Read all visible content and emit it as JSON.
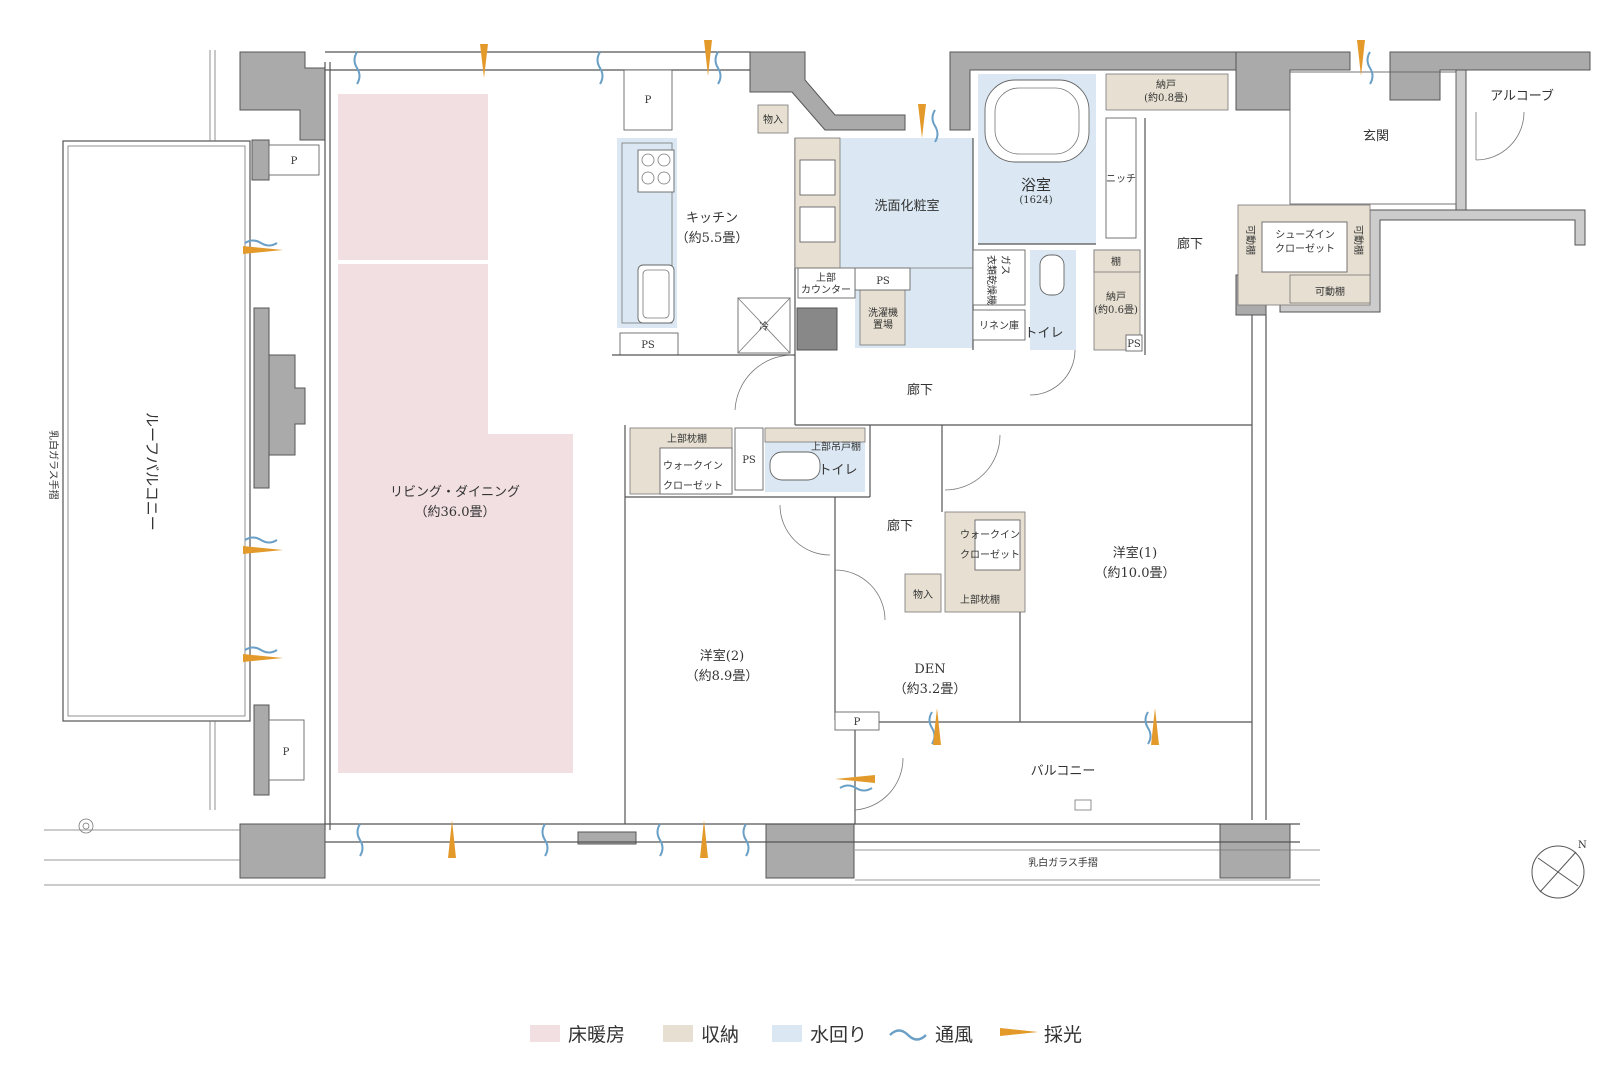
{
  "rooms": {
    "living": "リビング・ダイニング",
    "living_area": "（約36.0畳）",
    "kitchen": "キッチン",
    "kitchen_area": "（約5.5畳）",
    "washroom": "洗面化粧室",
    "bath": "浴室",
    "bath_size": "(1624)",
    "western1": "洋室(1)",
    "western1_area": "（約10.0畳）",
    "western2": "洋室(2)",
    "western2_area": "（約8.9畳）",
    "den": "DEN",
    "den_area": "（約3.2畳）",
    "entrance": "玄関",
    "alcove": "アルコーブ",
    "corridor": "廊下",
    "toilet": "トイレ",
    "roof_balcony": "ルーフバルコニー",
    "balcony": "バルコニー"
  },
  "storage": {
    "nando_top": "納戸",
    "nando_top_area": "(約0.8畳)",
    "nando_mid": "納戸",
    "nando_mid_area": "(約0.6畳)",
    "shelf": "棚",
    "niche": "ニッチ",
    "shoes_in": "シューズイン",
    "closet": "クローゼット",
    "movable_shelf": "可動棚",
    "walkin": "ウォークイン",
    "upper_pillow_shelf": "上部枕棚",
    "upper_hanging_shelf": "上部吊戸棚",
    "storage_box": "物入",
    "linen": "リネン庫",
    "upper_counter_1": "上部",
    "upper_counter_2": "カウンター",
    "dryer": "衣類乾燥機",
    "gas": "ガス",
    "washer_1": "洗濯機",
    "washer_2": "置場",
    "fridge": "冷",
    "ps": "PS",
    "p": "P"
  },
  "railing": {
    "left": "乳白ガラス手摺",
    "bottom": "乳白ガラス手摺"
  },
  "compass": "N",
  "legend": [
    {
      "label": "床暖房",
      "color": "#f2dfe2",
      "kind": "swatch"
    },
    {
      "label": "収納",
      "color": "#e7e0d2",
      "kind": "swatch"
    },
    {
      "label": "水回り",
      "color": "#dbe8f3",
      "kind": "swatch"
    },
    {
      "label": "通風",
      "color": "#6a9fc6",
      "kind": "wave"
    },
    {
      "label": "採光",
      "color": "#e39a2b",
      "kind": "arrow"
    }
  ]
}
